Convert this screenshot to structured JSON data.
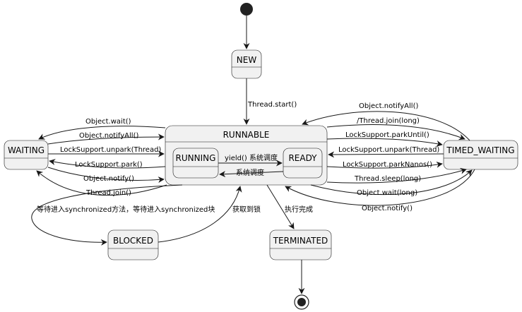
{
  "states": {
    "new": "NEW",
    "runnable": "RUNNABLE",
    "running": "RUNNING",
    "ready": "READY",
    "waiting": "WAITING",
    "timed_waiting": "TIMED_WAITING",
    "blocked": "BLOCKED",
    "terminated": "TERMINATED"
  },
  "transitions": {
    "new_to_runnable": "Thread.start()",
    "running_to_ready": "yield() 系统调度",
    "ready_to_running": "系统调度",
    "runnable_to_waiting_wait": "Object.wait()",
    "waiting_to_runnable_notifyall": "Object.notifyAll()",
    "waiting_to_runnable_unpark": "LockSupport.unpark(Thread)",
    "runnable_to_waiting_park": "LockSupport.park()",
    "waiting_to_runnable_notify": "Object.notify()",
    "runnable_to_waiting_join": "Thread.join()",
    "timed_to_runnable_notifyall": "Object.notifyAll()",
    "runnable_to_timed_join": "/Thread.join(long)",
    "runnable_to_timed_parkuntil": "LockSupport.parkUntil()",
    "timed_to_runnable_unpark": "LockSupport.unpark(Thread)",
    "runnable_to_timed_parknanos": "LockSupport.parkNanos()",
    "runnable_to_timed_sleep": "Thread.sleep(long)",
    "runnable_to_timed_wait": "Object.wait(long)",
    "timed_to_runnable_notify": "Object.notify()",
    "runnable_to_blocked": "等待进入synchronized方法，等待进入synchronized块",
    "blocked_to_runnable": "获取到锁",
    "runnable_to_terminated": "执行完成"
  },
  "colors": {
    "state_fill": "#f1f1f1",
    "line": "#181818"
  }
}
